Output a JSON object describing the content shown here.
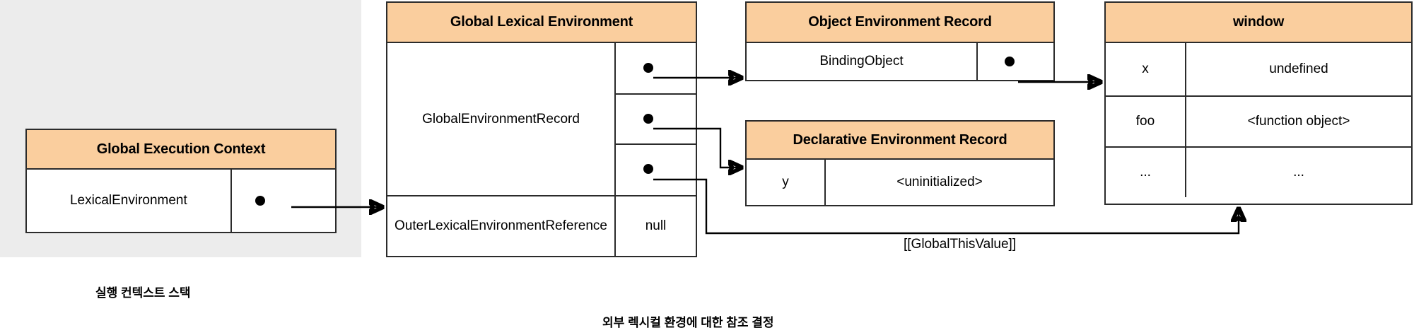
{
  "diagram": {
    "colors": {
      "header_fill": "#face9e",
      "stroke": "#2b2b2b",
      "stack_background": "#ececec",
      "page_background": "#ffffff"
    },
    "execution_context_stack": {
      "caption": "실행 컨텍스트 스택",
      "box": {
        "title": "Global Execution Context",
        "rows": [
          {
            "label": "LexicalEnvironment",
            "value": "pointer"
          }
        ]
      }
    },
    "global_lexical_environment": {
      "title": "Global Lexical Environment",
      "rows": [
        {
          "label": "GlobalEnvironmentRecord",
          "pointers": [
            "pointer",
            "pointer",
            "pointer"
          ]
        },
        {
          "label": "OuterLexicalEnvironment Reference",
          "label_line1": "OuterLexicalEnvironment",
          "label_line2": "Reference",
          "value": "null"
        }
      ]
    },
    "object_environment_record": {
      "title": "Object Environment Record",
      "rows": [
        {
          "label": "BindingObject",
          "value": "pointer"
        }
      ]
    },
    "declarative_environment_record": {
      "title": "Declarative Environment Record",
      "rows": [
        {
          "key": "y",
          "value": "<uninitialized>"
        }
      ]
    },
    "window": {
      "title": "window",
      "rows": [
        {
          "key": "x",
          "value": "undefined"
        },
        {
          "key": "foo",
          "value": "<function object>"
        },
        {
          "key": "...",
          "value": "..."
        }
      ]
    },
    "edge_labels": {
      "global_this_value": "[[GlobalThisValue]]"
    },
    "footer_caption": "외부 렉시컬 환경에 대한 참조 결정"
  }
}
